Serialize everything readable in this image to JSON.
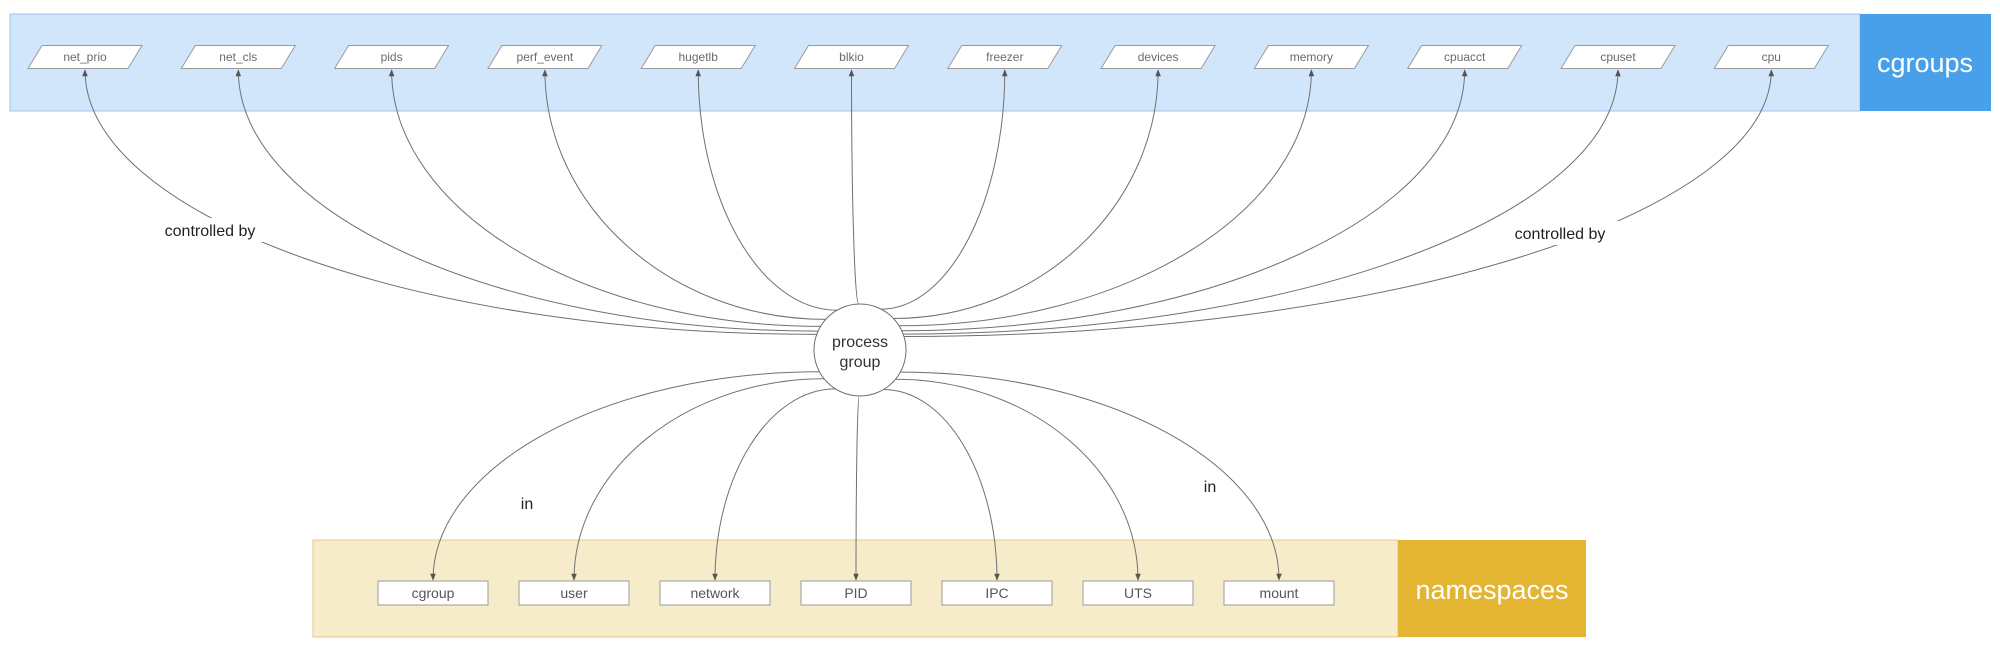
{
  "colors": {
    "cgroups_band": "#d2e6fb",
    "cgroups_border": "#9cc3eb",
    "cgroups_accent": "#48a0ea",
    "namespaces_band": "#f7ecca",
    "namespaces_border": "#e3c98f",
    "namespaces_accent": "#e3b532",
    "edge": "#707070"
  },
  "cgroups": {
    "title": "cgroups",
    "controllers": [
      "net_prio",
      "net_cls",
      "pids",
      "perf_event",
      "hugetlb",
      "blkio",
      "freezer",
      "devices",
      "memory",
      "cpuacct",
      "cpuset",
      "cpu"
    ]
  },
  "namespaces": {
    "title": "namespaces",
    "items": [
      "cgroup",
      "user",
      "network",
      "PID",
      "IPC",
      "UTS",
      "mount"
    ]
  },
  "center": {
    "line1": "process",
    "line2": "group"
  },
  "edge_labels": {
    "cgroups_left": "controlled by",
    "cgroups_right": "controlled by",
    "namespaces_left": "in",
    "namespaces_right": "in"
  }
}
